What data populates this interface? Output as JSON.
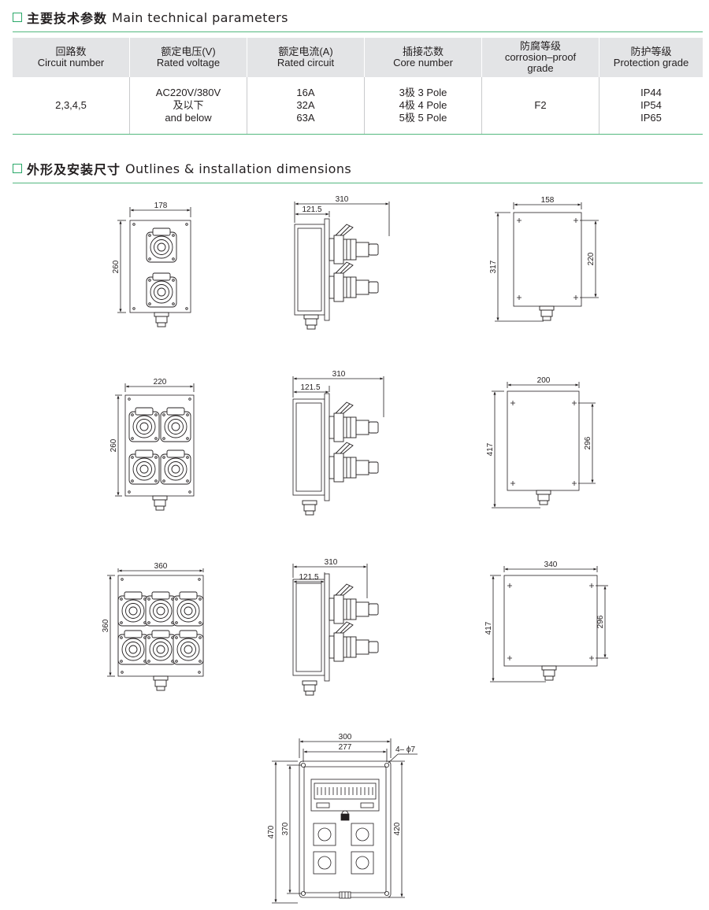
{
  "section1": {
    "title_cn": "主要技术参数",
    "title_en": "Main technical parameters"
  },
  "table": {
    "headers": [
      {
        "cn": "回路数",
        "en": "Circuit number"
      },
      {
        "cn": "额定电压(V)",
        "en": "Rated voltage"
      },
      {
        "cn": "额定电流(A)",
        "en": "Rated circuit"
      },
      {
        "cn": "插接芯数",
        "en": "Core number"
      },
      {
        "cn": "防腐等级",
        "en": "corrosion–proof grade"
      },
      {
        "cn": "防护等级",
        "en": "Protection grade"
      }
    ],
    "row": {
      "circuit": "2,3,4,5",
      "voltage": [
        "AC220V/380V",
        "及以下",
        "and below"
      ],
      "current": [
        "16A",
        "32A",
        "63A"
      ],
      "core": [
        "3极  3 Pole",
        "4极  4 Pole",
        "5极  5 Pole"
      ],
      "corrosion": "F2",
      "protection": [
        "IP44",
        "IP54",
        "IP65"
      ]
    }
  },
  "section2": {
    "title_cn": "外形及安装尺寸",
    "title_en": "Outlines & installation dimensions"
  },
  "dimensions": {
    "row1": {
      "front_width": "178",
      "front_height": "260",
      "side_total": "310",
      "side_body": "121.5",
      "back_width": "158",
      "back_height": "317",
      "back_mount": "220"
    },
    "row2": {
      "front_width": "220",
      "front_height": "260",
      "side_total": "310",
      "side_body": "121.5",
      "back_width": "200",
      "back_height": "417",
      "back_mount": "296"
    },
    "row3": {
      "front_width": "360",
      "front_height": "360",
      "side_total": "310",
      "side_body": "121.5",
      "back_width": "340",
      "back_height": "417",
      "back_mount": "296"
    },
    "row4": {
      "outer_width": "300",
      "inner_width": "277",
      "holes": "4– ϕ7",
      "outer_height": "470",
      "inner_height": "370",
      "right_height": "420"
    }
  }
}
